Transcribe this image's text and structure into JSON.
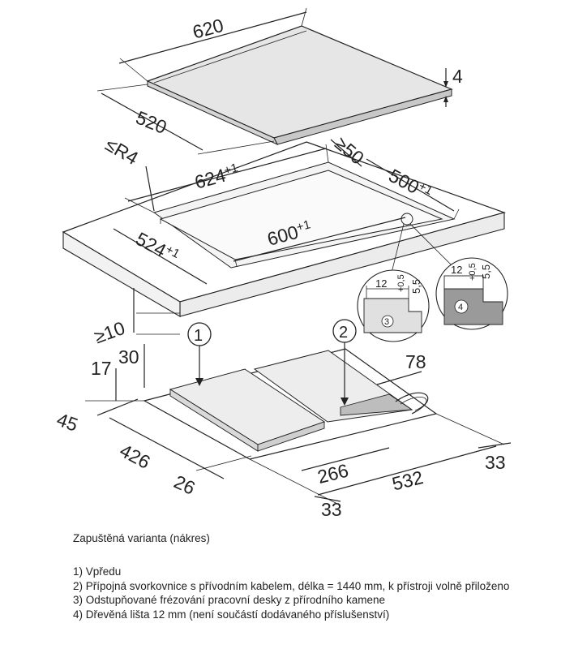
{
  "dims": {
    "hob_width": "620",
    "hob_depth": "520",
    "hob_thickness": "4",
    "corner_radius": "≤R4",
    "clearance_back": "≥50",
    "rebate_width": "624",
    "rebate_width_tol": "+1",
    "rebate_depth_right": "500",
    "rebate_depth_right_tol": "+1",
    "cutout_width": "600",
    "cutout_width_tol": "+1",
    "rebate_depth_left": "524",
    "rebate_depth_left_tol": "+1",
    "worktop_min": "≥10",
    "d17": "17",
    "d30": "30",
    "d78": "78",
    "d45": "45",
    "d426": "426",
    "d26": "26",
    "d266": "266",
    "d532": "532",
    "d33_right": "33",
    "d33_bottom": "33"
  },
  "details": {
    "d3_width": "12",
    "d3_tol": "+0,5",
    "d3_height": "5,5",
    "d3_label": "3",
    "d4_width": "12",
    "d4_tol": "+0,5",
    "d4_height": "5,5",
    "d4_label": "4"
  },
  "callouts": {
    "c1": "1",
    "c2": "2"
  },
  "caption": {
    "title": "Zapuštěná varianta (nákres)",
    "items": [
      "1) Vpředu",
      "2) Přípojná svorkovnice s přívodním kabelem, délka = 1440 mm, k přístroji volně přiloženo",
      "3) Odstupňované frézování pracovní desky z přírodního kamene",
      "4) Dřevěná lišta 12 mm (není součástí dodávaného příslušenství)"
    ]
  },
  "colors": {
    "ink": "#222222",
    "panel": "#e6e6e6",
    "panel_dark": "#bdbdbd",
    "detail_fill": "#9a9a9a"
  }
}
